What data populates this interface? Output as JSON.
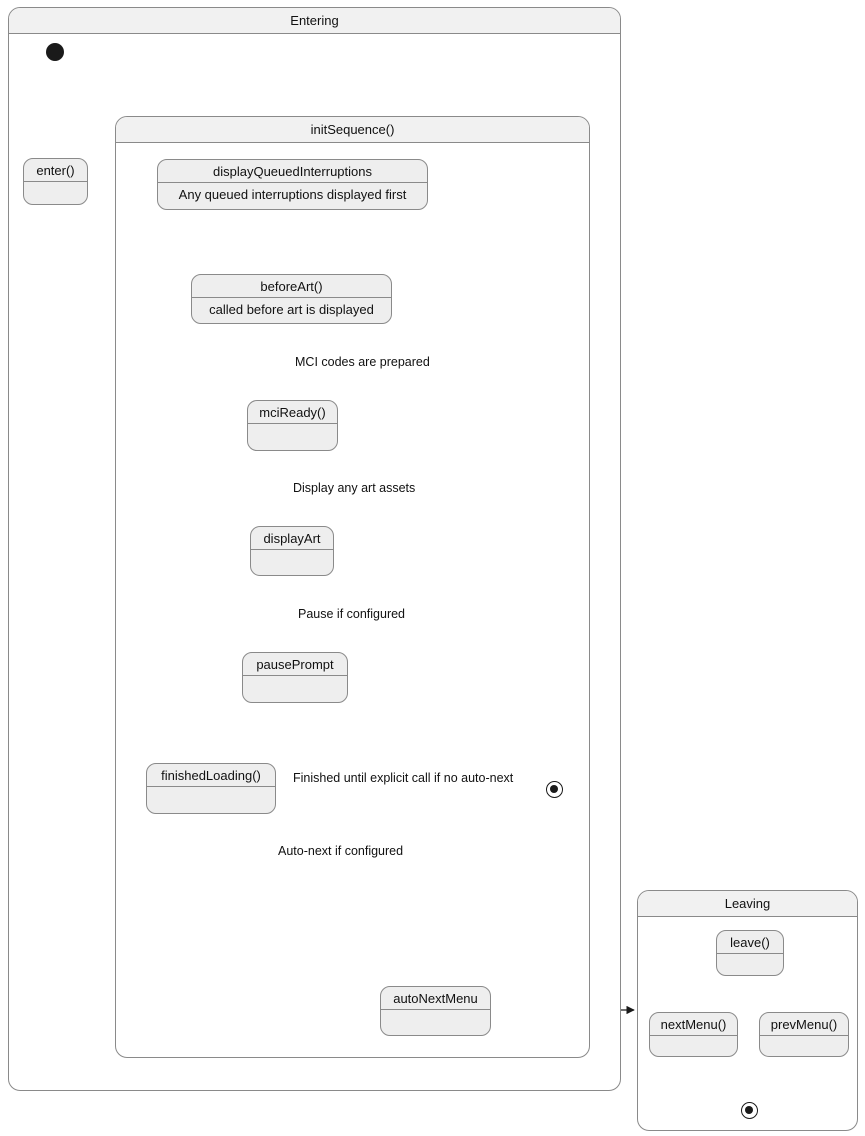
{
  "diagram": {
    "type": "uml-state-machine",
    "colors": {
      "node_fill": "#eeeeee",
      "header_fill": "#f1f1f1",
      "border": "#8a8a8a",
      "edge": "#1a1a1a",
      "text": "#111111",
      "background": "#ffffff"
    }
  },
  "composites": {
    "entering": {
      "title": "Entering"
    },
    "init_sequence": {
      "title": "initSequence()"
    },
    "leaving": {
      "title": "Leaving"
    }
  },
  "states": {
    "enter": {
      "title": "enter()",
      "body": ""
    },
    "display_queued_interruptions": {
      "title": "displayQueuedInterruptions",
      "body": "Any queued interruptions displayed first"
    },
    "before_art": {
      "title": "beforeArt()",
      "body": "called before art is displayed"
    },
    "mci_ready": {
      "title": "mciReady()",
      "body": ""
    },
    "display_art": {
      "title": "displayArt",
      "body": ""
    },
    "pause_prompt": {
      "title": "pausePrompt",
      "body": ""
    },
    "finished_loading": {
      "title": "finishedLoading()",
      "body": ""
    },
    "auto_next_menu": {
      "title": "autoNextMenu",
      "body": ""
    },
    "leave": {
      "title": "leave()",
      "body": ""
    },
    "next_menu": {
      "title": "nextMenu()",
      "body": ""
    },
    "prev_menu": {
      "title": "prevMenu()",
      "body": ""
    }
  },
  "transitions": {
    "mci_codes_prepared": "MCI codes are prepared",
    "display_art_assets": "Display any art assets",
    "pause_if_configured": "Pause if configured",
    "finished_until_explicit": "Finished until explicit call if no auto-next",
    "auto_next_if_configured": "Auto-next if configured"
  }
}
